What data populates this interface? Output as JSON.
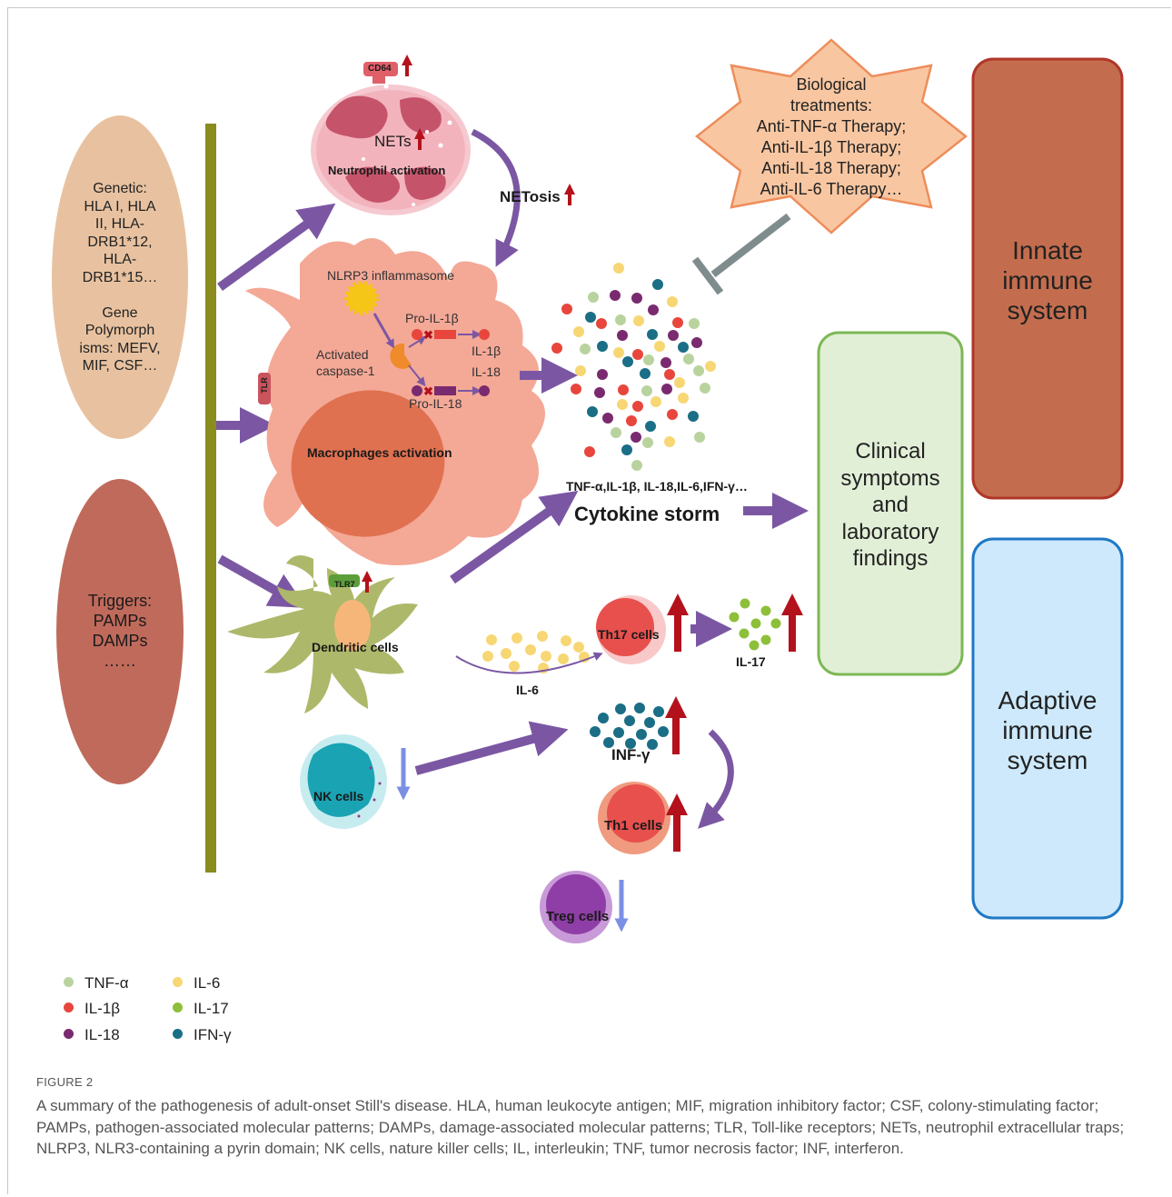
{
  "ellipses": {
    "genetic": [
      "Genetic:",
      "HLA I, HLA",
      "II, HLA-",
      "DRB1*12,",
      "HLA-",
      "DRB1*15…",
      "",
      "Gene",
      "Polymorph",
      "isms: MEFV,",
      "MIF, CSF…"
    ],
    "triggers": [
      "Triggers:",
      "PAMPs",
      "DAMPs",
      "……"
    ]
  },
  "cells": {
    "neutrophil": "Neutrophil activation",
    "nets": "NETs",
    "cd64": "CD64",
    "netosis": "NETosis",
    "tlr_macrophage": "TLR",
    "nlrp3": "NLRP3 inflammasome",
    "pro_il1b": "Pro-IL-1β",
    "il1b": "IL-1β",
    "il18": "IL-18",
    "activated_caspase": [
      "Activated",
      "caspase-1"
    ],
    "pro_il18": "Pro-IL-18",
    "macrophage": "Macrophages activation",
    "tlr7": "TLR7",
    "dendritic": "Dendritic cells",
    "il6": "IL-6",
    "th17": "Th17 cells",
    "il17": "IL-17",
    "nk": "NK cells",
    "infg": "INF-γ",
    "th1": "Th1 cells",
    "treg": "Treg cells"
  },
  "cytokines": {
    "list": "TNF-α,IL-1β, IL-18,IL-6,IFN-γ…",
    "storm": "Cytokine storm"
  },
  "treatment": [
    "Biological",
    "treatments:",
    "Anti-TNF-α Therapy;",
    "Anti-IL-1β Therapy;",
    "Anti-IL-18 Therapy;",
    "Anti-IL-6 Therapy…"
  ],
  "clinical": [
    "Clinical",
    "symptoms",
    "and",
    "laboratory",
    "findings"
  ],
  "innate": [
    "Innate",
    "immune",
    "system"
  ],
  "adaptive": [
    "Adaptive",
    "immune",
    "system"
  ],
  "legend": [
    {
      "label": "TNF-α",
      "color": "#b9d39e"
    },
    {
      "label": "IL-1β",
      "color": "#e8463c"
    },
    {
      "label": "IL-18",
      "color": "#7a2a6e"
    },
    {
      "label": "IL-6",
      "color": "#f7d774"
    },
    {
      "label": "IL-17",
      "color": "#8ebf3a"
    },
    {
      "label": "IFN-γ",
      "color": "#1a6e86"
    }
  ],
  "caption": {
    "label": "FIGURE 2",
    "text": "A summary of the pathogenesis of adult-onset Still's disease. HLA, human leukocyte antigen; MIF, migration inhibitory factor; CSF, colony-stimulating factor; PAMPs, pathogen-associated molecular patterns; DAMPs, damage-associated molecular patterns; TLR, Toll-like receptors; NETs, neutrophil extracellular traps; NLRP3, NLR3-containing a pyrin domain; NK cells, nature killer cells; IL, interleukin; TNF, tumor necrosis factor; INF, interferon."
  },
  "colors": {
    "vertical_bar": "#8a8c1e",
    "purple_arrow": "#7b57a3",
    "red_arrow": "#b3121c",
    "blue_arrow": "#7b8fe3",
    "innate_box": "#c46d4e",
    "adaptive_box": "#cde9fb",
    "clinical_box": "#e2efd7"
  }
}
